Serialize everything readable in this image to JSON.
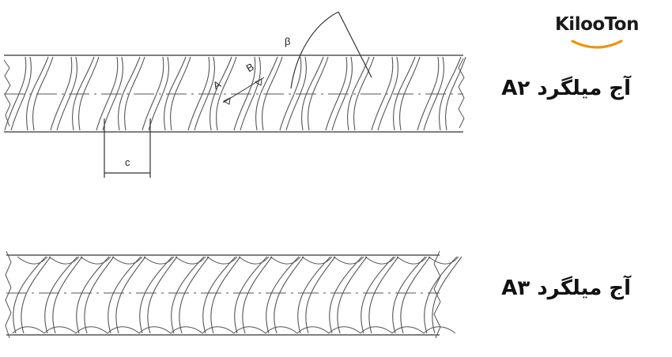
{
  "brand": {
    "name": "KilooTon",
    "accent_color": "#f39200"
  },
  "rebar_a2": {
    "label": "آج میلگرد A۲",
    "dimension_c": "c",
    "angle_beta": "β",
    "marker_a": "A",
    "marker_b": "B"
  },
  "rebar_a3": {
    "label": "آج میلگرد A۳"
  }
}
